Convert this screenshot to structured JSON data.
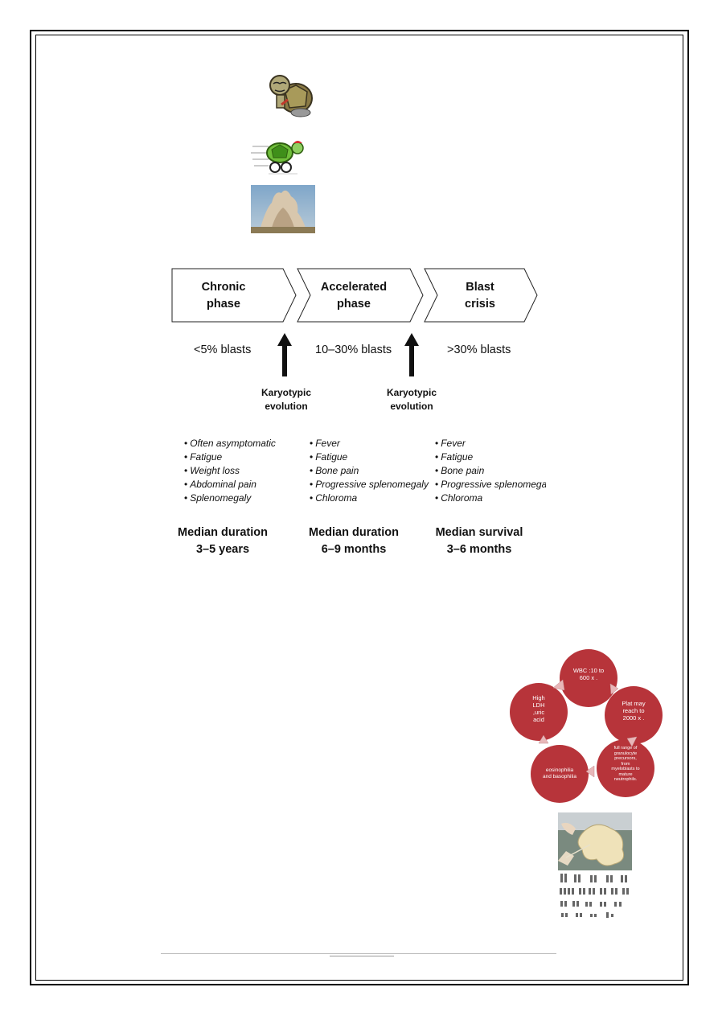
{
  "phases": [
    {
      "line1": "Chronic",
      "line2": "phase"
    },
    {
      "line1": "Accelerated",
      "line2": "phase"
    },
    {
      "line1": "Blast",
      "line2": "crisis"
    }
  ],
  "blasts": [
    "<5% blasts",
    "10–30% blasts",
    ">30% blasts"
  ],
  "karyotypic": [
    {
      "line1": "Karyotypic",
      "line2": "evolution"
    },
    {
      "line1": "Karyotypic",
      "line2": "evolution"
    }
  ],
  "symptoms": [
    [
      "Often asymptomatic",
      "Fatigue",
      "Weight loss",
      "Abdominal pain",
      "Splenomegaly"
    ],
    [
      "Fever",
      "Fatigue",
      "Bone pain",
      "Progressive splenomegaly",
      "Chloroma"
    ],
    [
      "Fever",
      "Fatigue",
      "Bone pain",
      "Progressive splenomegaly",
      "Chloroma"
    ]
  ],
  "durations": [
    {
      "line1": "Median duration",
      "line2": "3–5 years"
    },
    {
      "line1": "Median duration",
      "line2": "6–9 months"
    },
    {
      "line1": "Median survival",
      "line2": "3–6 months"
    }
  ],
  "cycle": {
    "top": [
      "WBC :10 to",
      "600 x ."
    ],
    "right": [
      "Plat may",
      "reach to",
      "2000 x ."
    ],
    "bottom_right": [
      "full range of",
      "granulocyte",
      "precursors,",
      "from",
      "myeloblasts to",
      "mature",
      "neutrophils."
    ],
    "bottom_left": [
      "eosinophilia",
      "and basophilia"
    ],
    "left": [
      "High",
      "LDH",
      ",uric",
      "acid"
    ]
  },
  "colors": {
    "circle": "#b7343a",
    "arrow": "#e8b7b9",
    "border": "#000000"
  }
}
